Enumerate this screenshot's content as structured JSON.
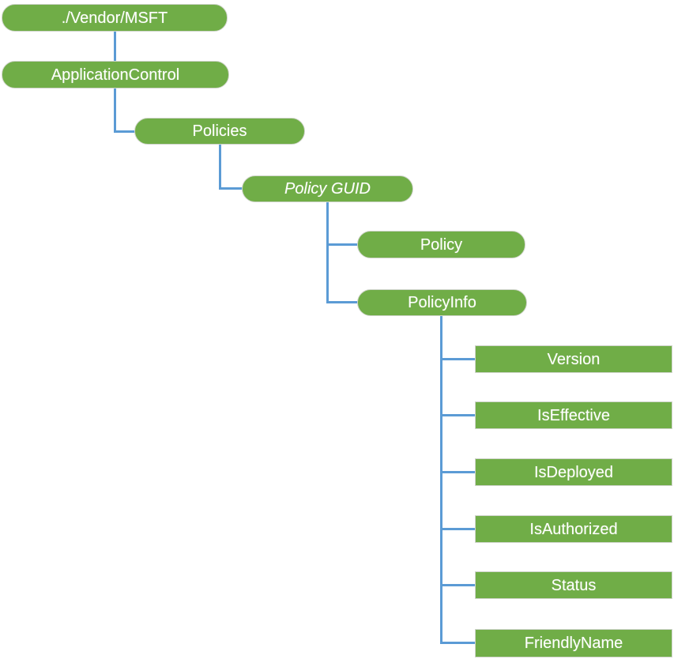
{
  "diagram": {
    "type": "tree",
    "description": "CSP node tree diagram",
    "colors": {
      "node_fill": "#70AD47",
      "connector": "#5B9BD5",
      "text": "#FFFFFF"
    },
    "nodes": [
      {
        "label": "./Vendor/MSFT",
        "shape": "pill",
        "level": 0,
        "parent": null
      },
      {
        "label": "ApplicationControl",
        "shape": "pill",
        "level": 1,
        "parent": "./Vendor/MSFT"
      },
      {
        "label": "Policies",
        "shape": "pill",
        "level": 2,
        "parent": "ApplicationControl"
      },
      {
        "label": "Policy GUID",
        "shape": "pill",
        "level": 3,
        "parent": "Policies",
        "italic": true
      },
      {
        "label": "Policy",
        "shape": "pill",
        "level": 4,
        "parent": "Policy GUID"
      },
      {
        "label": "PolicyInfo",
        "shape": "pill",
        "level": 4,
        "parent": "Policy GUID"
      },
      {
        "label": "Version",
        "shape": "rect",
        "level": 5,
        "parent": "PolicyInfo"
      },
      {
        "label": "IsEffective",
        "shape": "rect",
        "level": 5,
        "parent": "PolicyInfo"
      },
      {
        "label": "IsDeployed",
        "shape": "rect",
        "level": 5,
        "parent": "PolicyInfo"
      },
      {
        "label": "IsAuthorized",
        "shape": "rect",
        "level": 5,
        "parent": "PolicyInfo"
      },
      {
        "label": "Status",
        "shape": "rect",
        "level": 5,
        "parent": "PolicyInfo"
      },
      {
        "label": "FriendlyName",
        "shape": "rect",
        "level": 5,
        "parent": "PolicyInfo"
      }
    ]
  }
}
